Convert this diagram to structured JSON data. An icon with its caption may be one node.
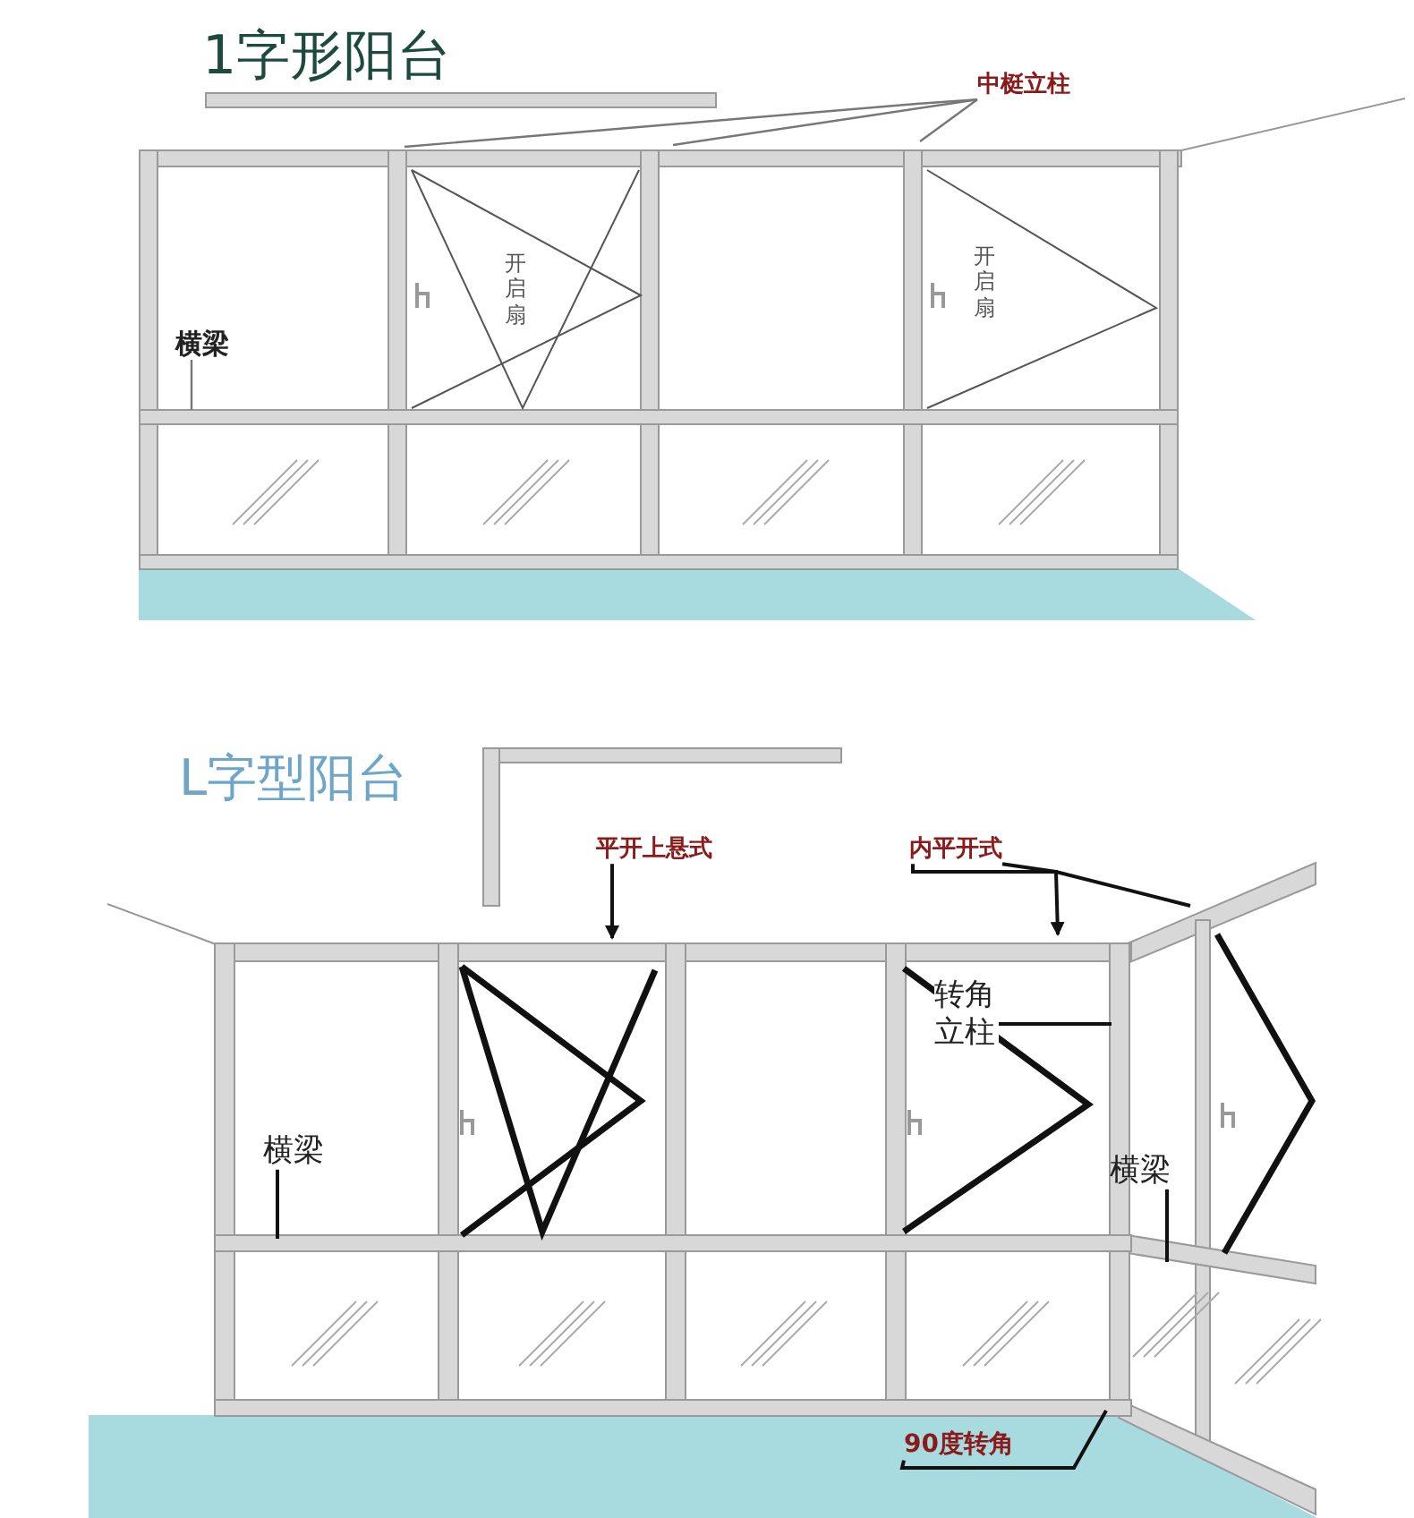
{
  "diagram": {
    "nodes": [
      {
        "text": [
          "中梃立柱"
        ]
      },
      {
        "text": [
          "横梁"
        ]
      },
      {
        "text": [
          "平开上悬式"
        ]
      },
      {
        "text": [
          "内平开式"
        ]
      },
      {
        "text": [
          "转角立柱"
        ]
      },
      {
        "text": [
          "横梁"
        ]
      },
      {
        "text": [
          "横梁"
        ]
      },
      {
        "text": [
          "90度转角"
        ]
      }
    ],
    "edges": [
      {
        "from": 0,
        "to": null,
        "arrow": "none",
        "color": "#777777"
      },
      {
        "from": 0,
        "to": null,
        "arrow": "none",
        "color": "#777777"
      },
      {
        "from": 0,
        "to": null,
        "arrow": "none",
        "color": "#777777"
      },
      {
        "from": 1,
        "to": null,
        "arrow": "none",
        "color": "#777777"
      },
      {
        "from": 2,
        "to": null,
        "arrow": "to"
      },
      {
        "from": 3,
        "to": null,
        "arrow": "to"
      },
      {
        "from": 3,
        "to": null,
        "arrow": "none"
      },
      {
        "from": 4,
        "to": null,
        "arrow": "none"
      },
      {
        "from": 5,
        "to": null,
        "arrow": "none"
      },
      {
        "from": 6,
        "to": null,
        "arrow": "none"
      },
      {
        "from": 7,
        "to": null,
        "arrow": "none"
      }
    ],
    "labels": [
      "1字形阳台",
      "开启扇",
      "开启扇",
      "L字型阳台"
    ]
  }
}
